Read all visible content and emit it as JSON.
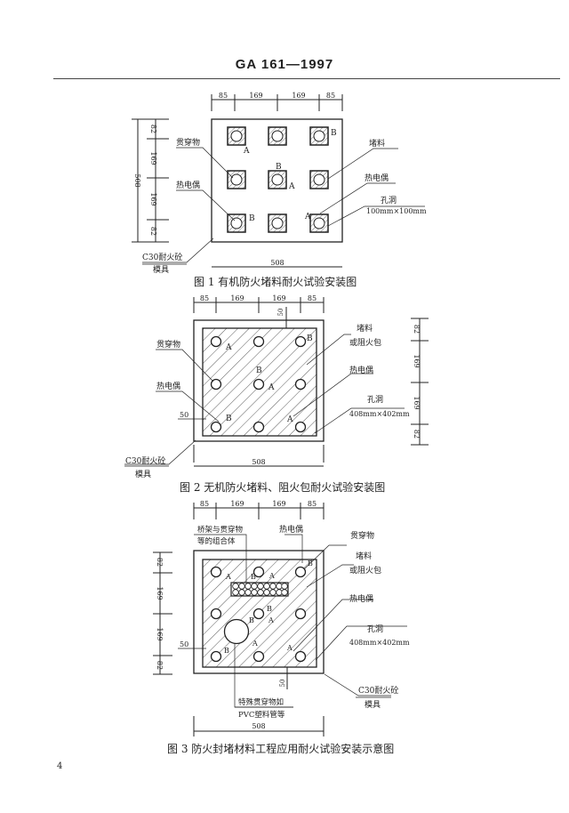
{
  "header": "GA 161—1997",
  "page_number": "4",
  "dims": {
    "d85": "85",
    "d169": "169",
    "d82": "82",
    "d508": "508",
    "d50": "50"
  },
  "labels": {
    "penetrant": "贯穿物",
    "thermocouple": "热电偶",
    "sealant": "堵料",
    "or_bag": "或阻火包",
    "hole": "孔洞",
    "hole_size_1": "100mm×100mm",
    "hole_size_2": "408mm×402mm",
    "mold_1": "C30耐火砼",
    "mold_2": "模具",
    "tray_1": "桥架与贯穿物",
    "tray_2": "等的组合体",
    "special_1": "特殊贯穿物如",
    "special_2": "PVC塑料管等",
    "A": "A",
    "B": "B"
  },
  "figures": [
    {
      "caption": "图 1   有机防火堵料耐火试验安装图"
    },
    {
      "caption": "图 2   无机防火堵料、阻火包耐火试验安装图"
    },
    {
      "caption": "图 3   防火封堵材料工程应用耐火试验安装示意图"
    }
  ]
}
